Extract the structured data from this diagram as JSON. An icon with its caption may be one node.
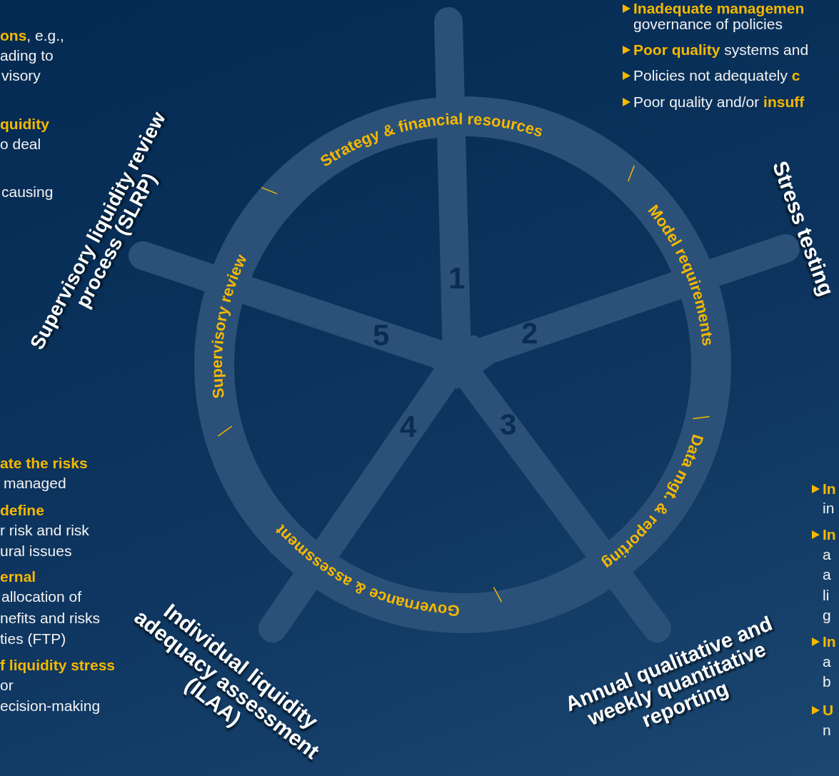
{
  "diagram": {
    "labels": [
      "**ons**, e.g.,",
      "ading to",
      "visory",
      "quidity",
      "o deal",
      "causing",
      "Inadequate managemen",
      "governance of policies",
      "**Poor quality** systems and",
      "Policies not adequately **c**",
      "Poor quality and/or **insuff**",
      "Supervisory liquidity review process (SLRP)",
      "Strategy & financial resources",
      "Stress testing",
      "Model requirements",
      "1",
      "2",
      "5",
      "3",
      "4",
      "Supervisory review",
      "ate the risks",
      "managed",
      "define",
      "r risk and risk",
      "ural issues",
      "ernal",
      "allocation of",
      "nefits and risks",
      "ties (FTP)",
      "f liquidity stress",
      "or",
      "ecision-making",
      "Data mgt. & reporting",
      "Governance & assessment",
      "In",
      "in",
      "In",
      "a",
      "a",
      "li",
      "g",
      "In",
      "a",
      "b",
      "U",
      "n",
      "Individual liquidity adequacy assessment (ILAA)",
      "Annual qualitative and weekly quantitative reporting"
    ]
  }
}
